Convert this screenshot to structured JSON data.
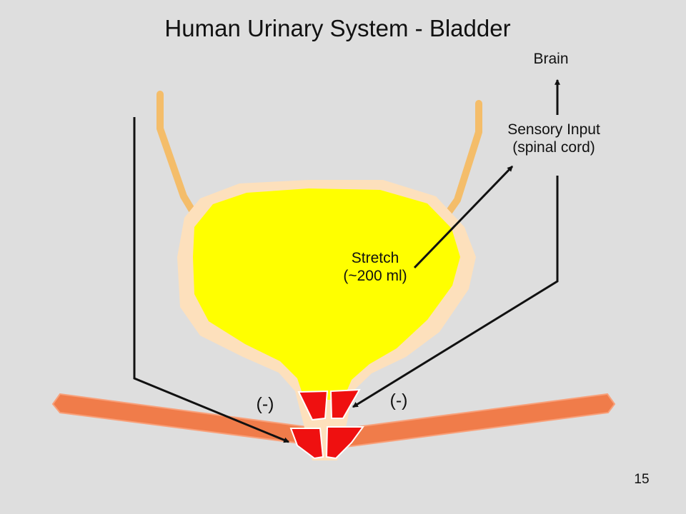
{
  "slide": {
    "title": "Human Urinary System - Bladder",
    "page_number": "15"
  },
  "labels": {
    "brain": "Brain",
    "sensory_input_line1": "Sensory Input",
    "sensory_input_line2": "(spinal cord)",
    "stretch_line1": "Stretch",
    "stretch_line2": "(~200 ml)",
    "inhibition_left": "(-)",
    "inhibition_right": "(-)"
  },
  "colors": {
    "background": "#dedede",
    "bladder_fill": "#ffff00",
    "bladder_wall": "#fde0bc",
    "ureters": "#f4bd6a",
    "pelvic_floor": "#f07c4a",
    "sphincters": "#ef1010",
    "arrows": "#111111"
  }
}
